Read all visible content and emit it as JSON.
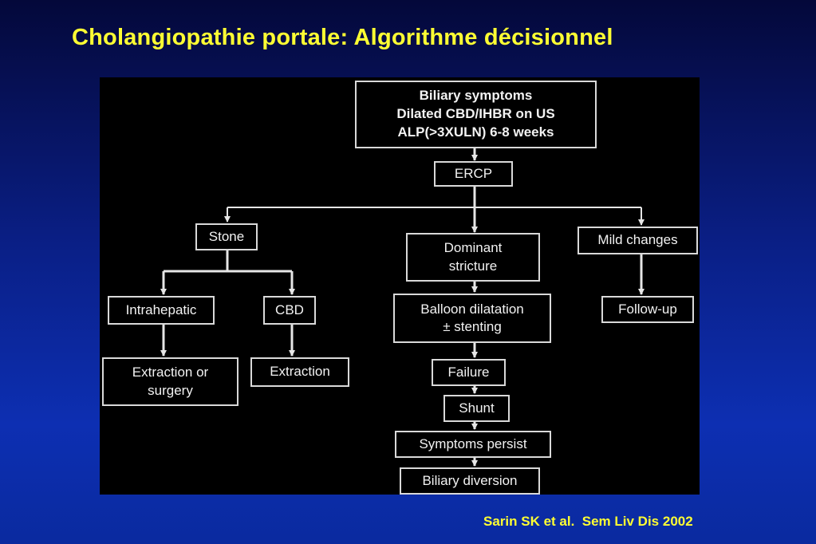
{
  "slide": {
    "title": "Cholangiopathie portale: Algorithme décisionnel",
    "citation": "Sarin SK et al.  Sem Liv Dis 2002"
  },
  "flowchart": {
    "nodes": {
      "biliary_symptoms": "Biliary symptoms\nDilated CBD/IHBR on US\nALP(>3XULN) 6-8 weeks",
      "ercp": "ERCP",
      "stone": "Stone",
      "dominant_stricture": "Dominant\nstricture",
      "mild_changes": "Mild changes",
      "intrahepatic": "Intrahepatic",
      "cbd": "CBD",
      "extraction_or_surgery": "Extraction or\nsurgery",
      "extraction": "Extraction",
      "balloon_dilatation": "Balloon dilatation\n± stenting",
      "follow_up": "Follow-up",
      "failure": "Failure",
      "shunt": "Shunt",
      "symptoms_persist": "Symptoms persist",
      "biliary_diversion": "Biliary diversion"
    },
    "colors": {
      "panel": "#000000",
      "line": "#e6e6e6",
      "text": "#f2f2f2",
      "title": "#ffff33"
    }
  }
}
